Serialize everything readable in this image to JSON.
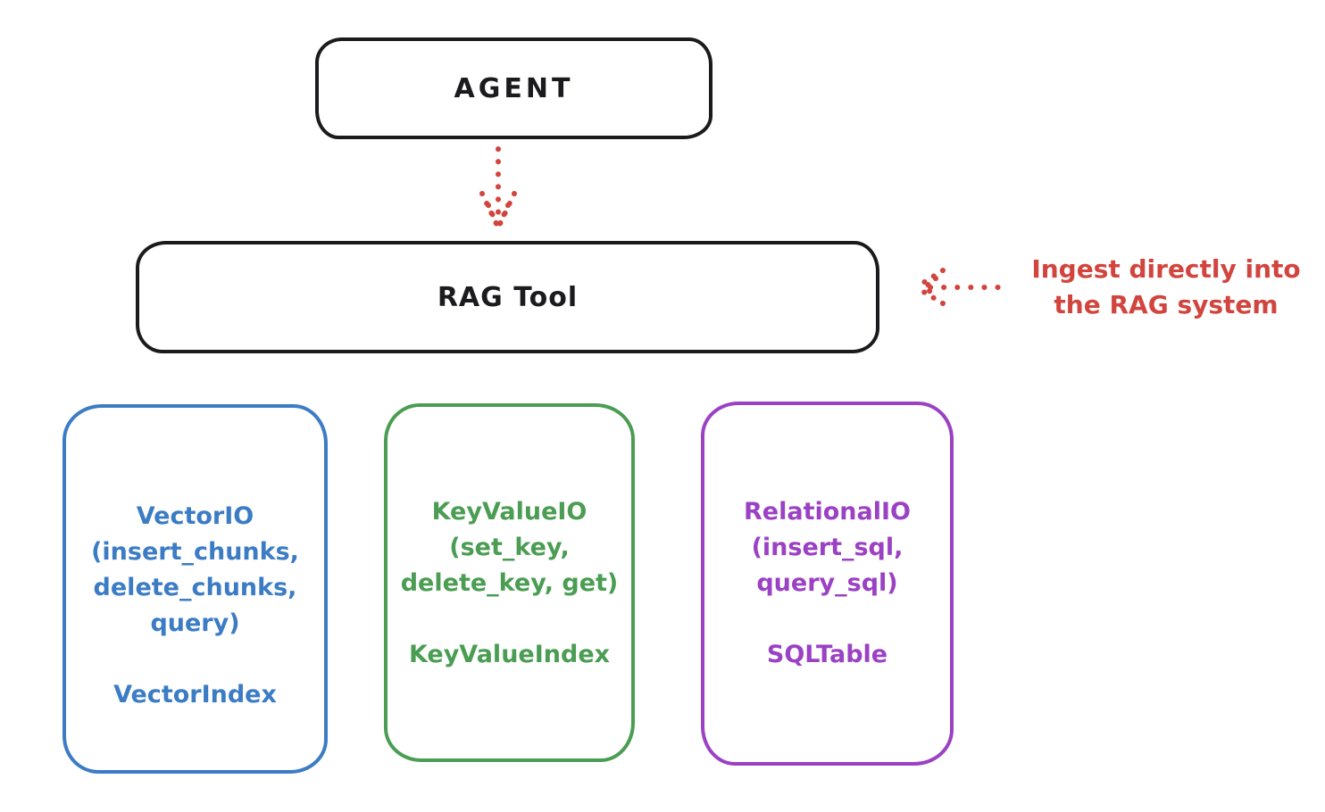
{
  "agent_box": {
    "label": "AGENT"
  },
  "rag_tool_box": {
    "label": "RAG Tool"
  },
  "annotation": {
    "line1": "Ingest directly into",
    "line2": "the RAG system"
  },
  "backends": [
    {
      "lines": [
        "VectorIO",
        "(insert_chunks,",
        "delete_chunks,",
        "query)"
      ],
      "index_label": "VectorIndex",
      "color": "#3b7cc4"
    },
    {
      "lines": [
        "KeyValueIO",
        "(set_key,",
        "delete_key, get)"
      ],
      "index_label": "KeyValueIndex",
      "color": "#4a9d52"
    },
    {
      "lines": [
        "RelationalIO",
        "(insert_sql,",
        "query_sql)"
      ],
      "index_label": "SQLTable",
      "color": "#9b41c4"
    }
  ],
  "colors": {
    "stroke": "#1b1b1e",
    "accent_red": "#d2453e",
    "blue": "#3b7cc4",
    "green": "#4a9d52",
    "purple": "#9b41c4"
  }
}
